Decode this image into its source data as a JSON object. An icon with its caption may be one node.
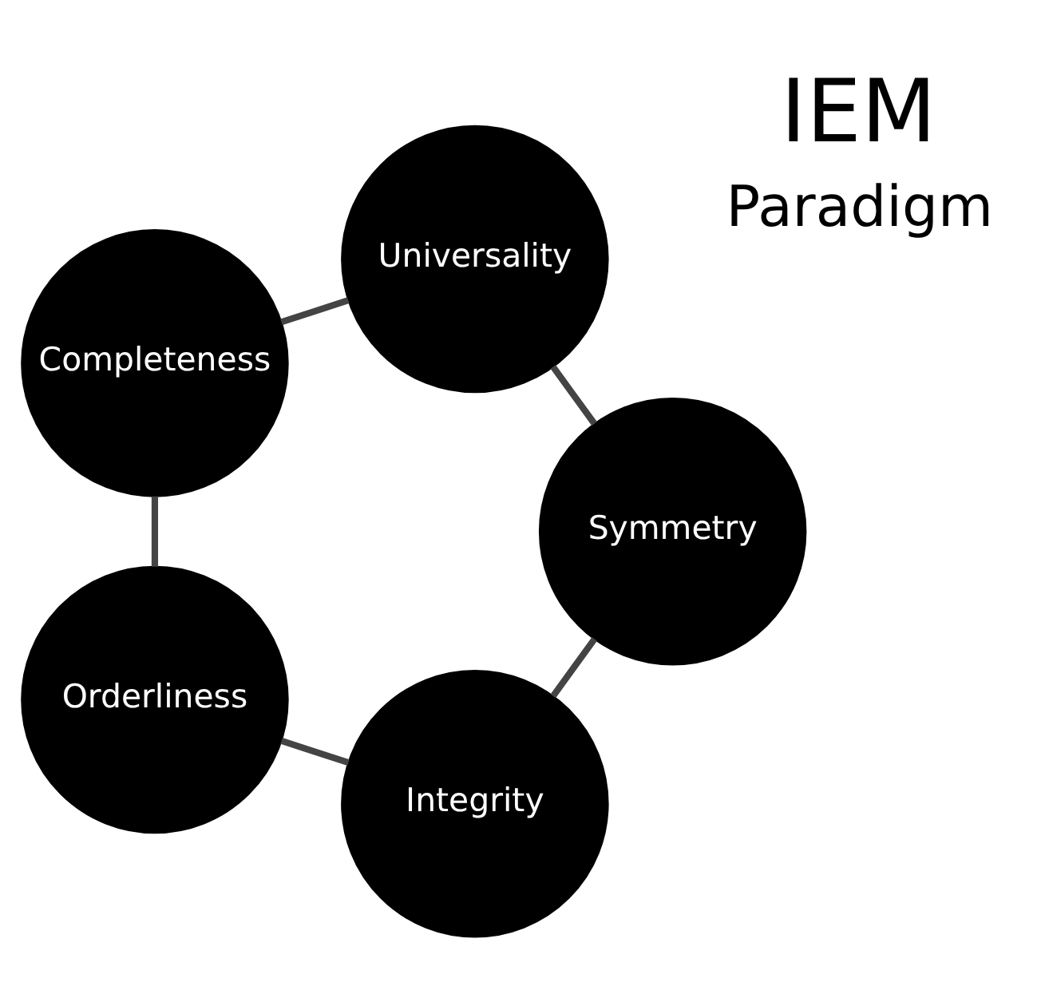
{
  "diagram": {
    "nodes": [
      {
        "text": [
          "Integrity"
        ]
      },
      {
        "text": [
          "Orderliness"
        ]
      },
      {
        "text": [
          "Completeness"
        ]
      },
      {
        "text": [
          "Universality"
        ]
      },
      {
        "text": [
          "Symmetry"
        ]
      }
    ],
    "edges": [
      {
        "from": 0,
        "to": 1,
        "arrow": "none"
      },
      {
        "from": 1,
        "to": 2,
        "arrow": "none"
      },
      {
        "from": 2,
        "to": 3,
        "arrow": "none"
      },
      {
        "from": 3,
        "to": 4,
        "arrow": "none"
      },
      {
        "from": 4,
        "to": 0,
        "arrow": "none"
      }
    ],
    "labels": [
      "IEM",
      "Paradigm"
    ]
  }
}
